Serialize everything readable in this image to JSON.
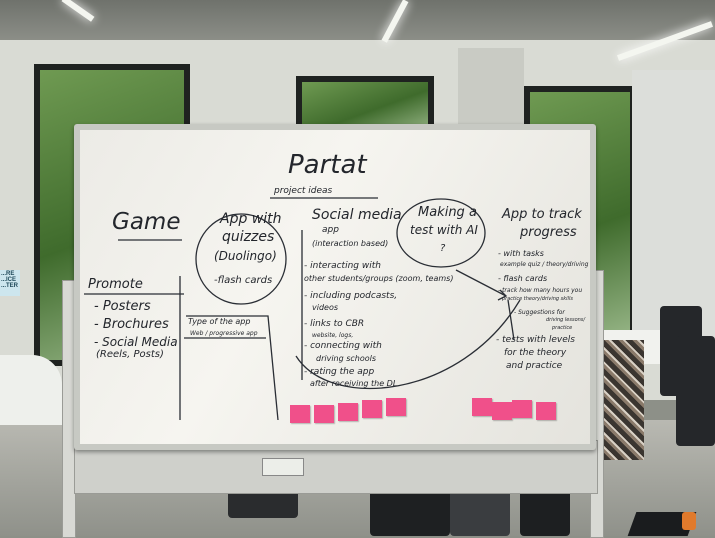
{
  "board": {
    "title": "Partat",
    "subtitle": "project ideas",
    "game": "Game",
    "app_quizzes": [
      "App with",
      "quizzes",
      "(Duolingo)",
      "-flash cards"
    ],
    "social_media": [
      "Social media",
      "app",
      "(interaction based)"
    ],
    "social_bullets": [
      "- interacting with",
      "other students/groups (zoom, teams)",
      "- including podcasts,",
      "videos",
      "- links to CBR",
      "website, logs,",
      "- connecting with",
      "driving schools",
      "- rating the app",
      "after receiving the DL"
    ],
    "making_test": [
      "Making a",
      "test with AI",
      "?"
    ],
    "track_progress": [
      "App to track",
      "progress"
    ],
    "track_bullets": [
      "- with tasks",
      "example quiz / theory/driving",
      "- flash cards",
      "- track how many hours you",
      "practice theory/driving skills",
      "- Suggestions for",
      "driving lessons/",
      "practice",
      "- tests with levels",
      "for the theory",
      "and practice"
    ],
    "promote": [
      "Promote",
      "- Posters",
      "- Brochures",
      "- Social Media",
      "(Reels, Posts)"
    ],
    "type_of_app": [
      "Type of the app",
      "Web / progressive app"
    ]
  },
  "sign_text": "...RE ...ICE ...TER",
  "colors": {
    "ink": "#23262c",
    "sticky_note": "#f0508a",
    "board": "#f2f1ec"
  }
}
